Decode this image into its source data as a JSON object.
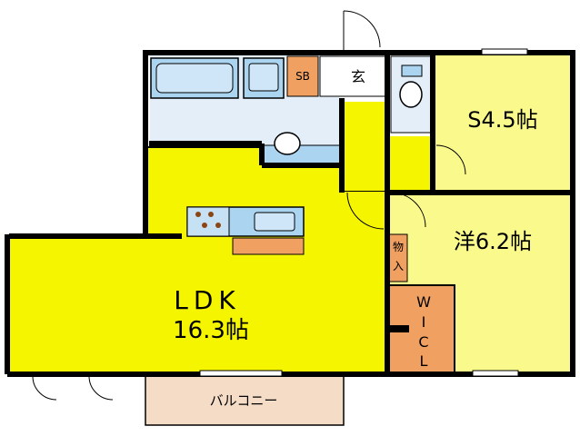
{
  "rooms": {
    "sb": "SB",
    "genkan": "玄",
    "s_room": "S4.5帖",
    "western_room": "洋6.2帖",
    "storage": "物入",
    "wic": [
      "W",
      "I",
      "C",
      "L"
    ],
    "ldk_name": "LDK",
    "ldk_size": "16.3帖",
    "balcony": "バルコニー"
  },
  "colors": {
    "yellow": "#f5f500",
    "light_yellow": "#fafa8c",
    "orange": "#f0a060",
    "light_blue": "#d2e6f5",
    "blue": "#aad4f0",
    "wall": "#000000"
  }
}
